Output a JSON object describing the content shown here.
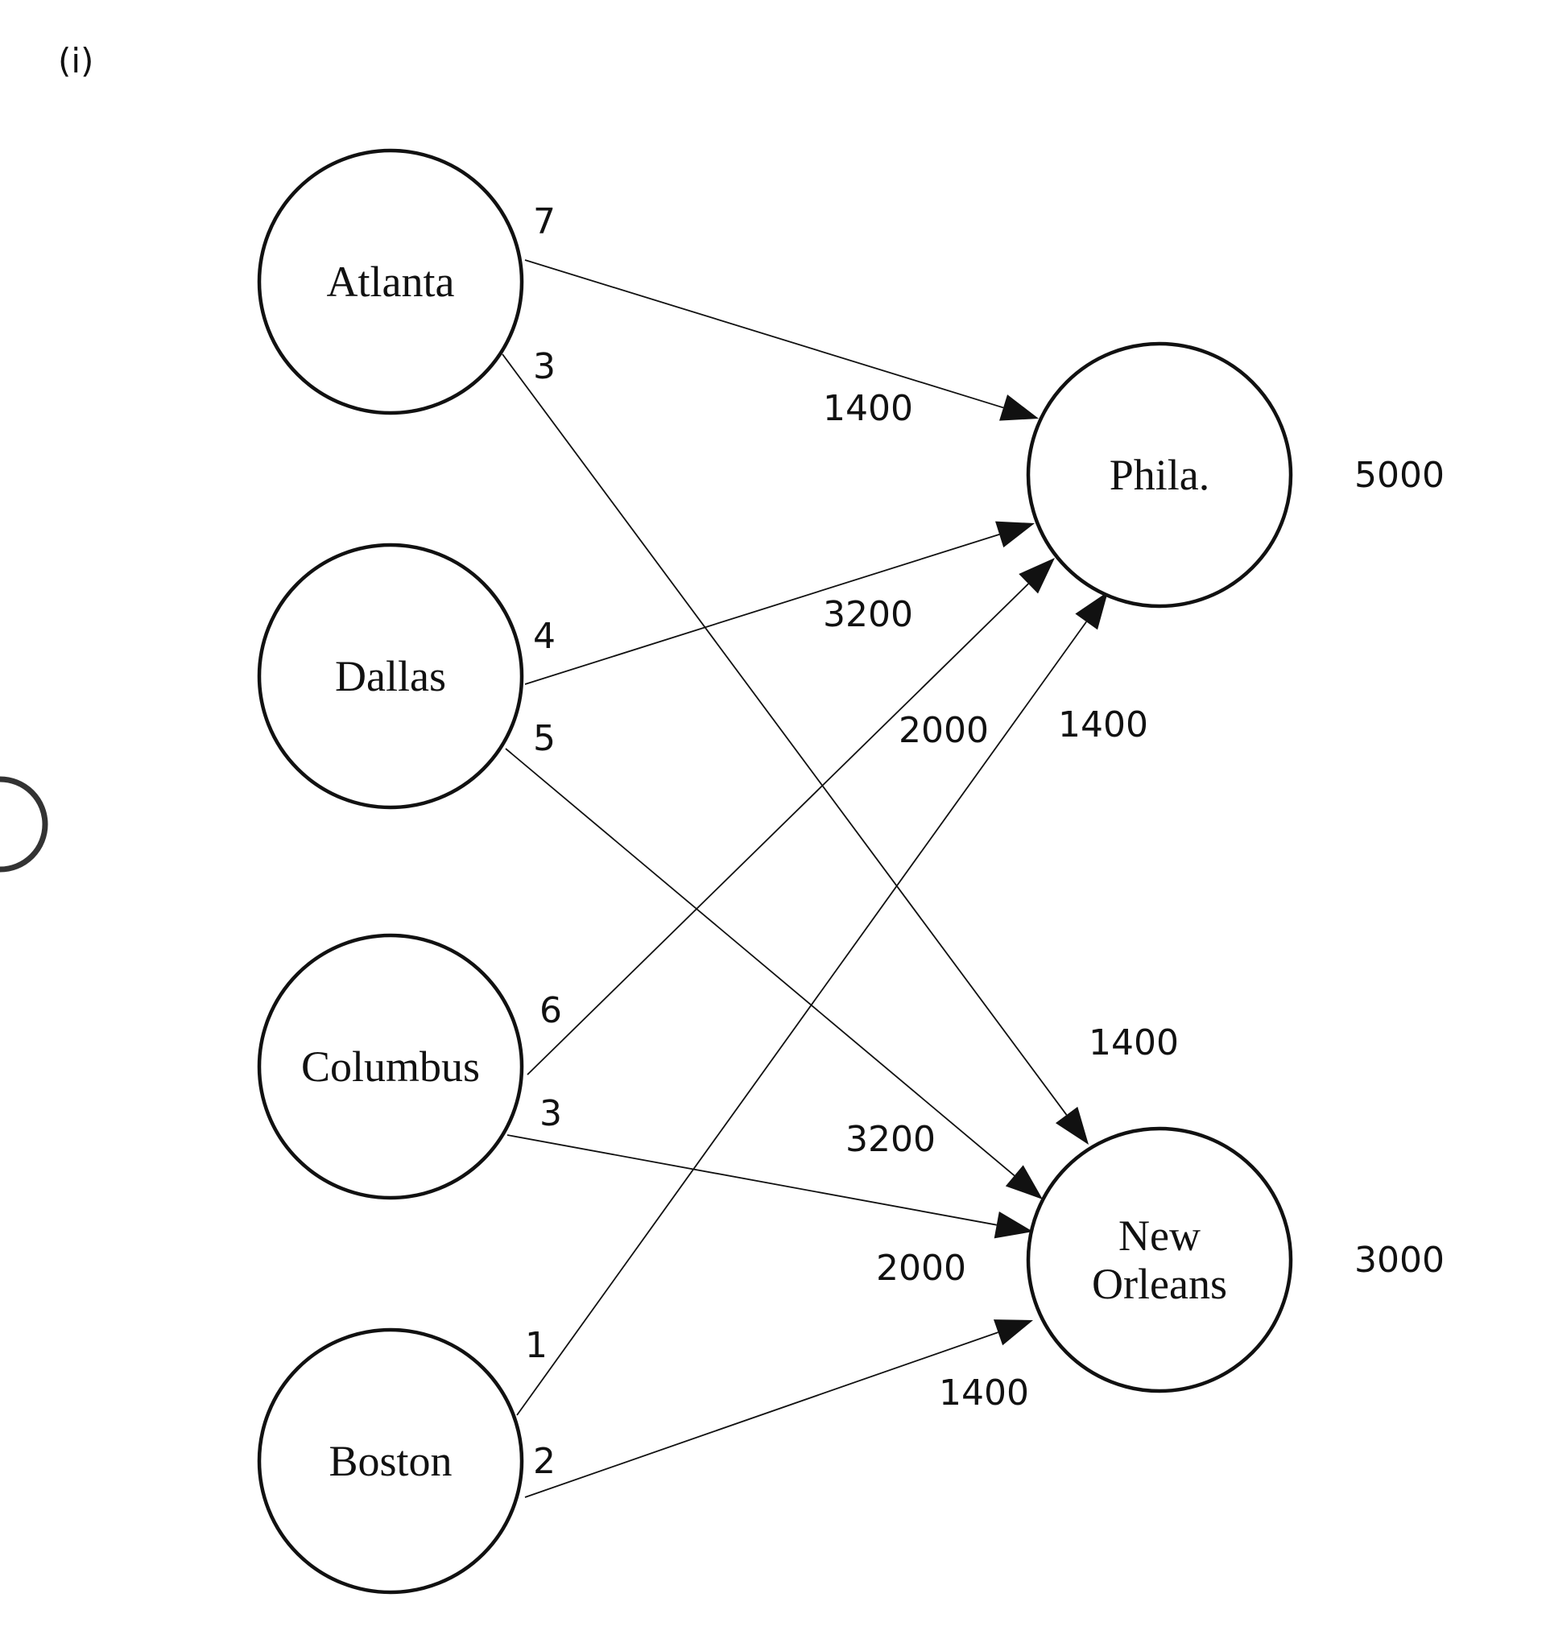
{
  "part_label": "(i)",
  "sources": [
    {
      "id": "atlanta",
      "label": "Atlanta"
    },
    {
      "id": "dallas",
      "label": "Dallas"
    },
    {
      "id": "columbus",
      "label": "Columbus"
    },
    {
      "id": "boston",
      "label": "Boston"
    }
  ],
  "destinations": [
    {
      "id": "phila",
      "label_lines": [
        "Phila."
      ],
      "demand": "5000"
    },
    {
      "id": "new-orleans",
      "label_lines": [
        "New",
        "Orleans"
      ],
      "demand": "3000"
    }
  ],
  "edges": [
    {
      "from": "atlanta",
      "to": "phila",
      "cost": "7",
      "flow": "1400"
    },
    {
      "from": "atlanta",
      "to": "new-orleans",
      "cost": "3",
      "flow": "1400"
    },
    {
      "from": "dallas",
      "to": "phila",
      "cost": "4",
      "flow": "3200"
    },
    {
      "from": "dallas",
      "to": "new-orleans",
      "cost": "5",
      "flow": "3200"
    },
    {
      "from": "columbus",
      "to": "phila",
      "cost": "6",
      "flow": "2000"
    },
    {
      "from": "columbus",
      "to": "new-orleans",
      "cost": "3",
      "flow": "2000"
    },
    {
      "from": "boston",
      "to": "phila",
      "cost": "1",
      "flow": "1400"
    },
    {
      "from": "boston",
      "to": "new-orleans",
      "cost": "2",
      "flow": "1400"
    }
  ],
  "colors": {
    "stroke": "#111111",
    "background": "#ffffff"
  }
}
